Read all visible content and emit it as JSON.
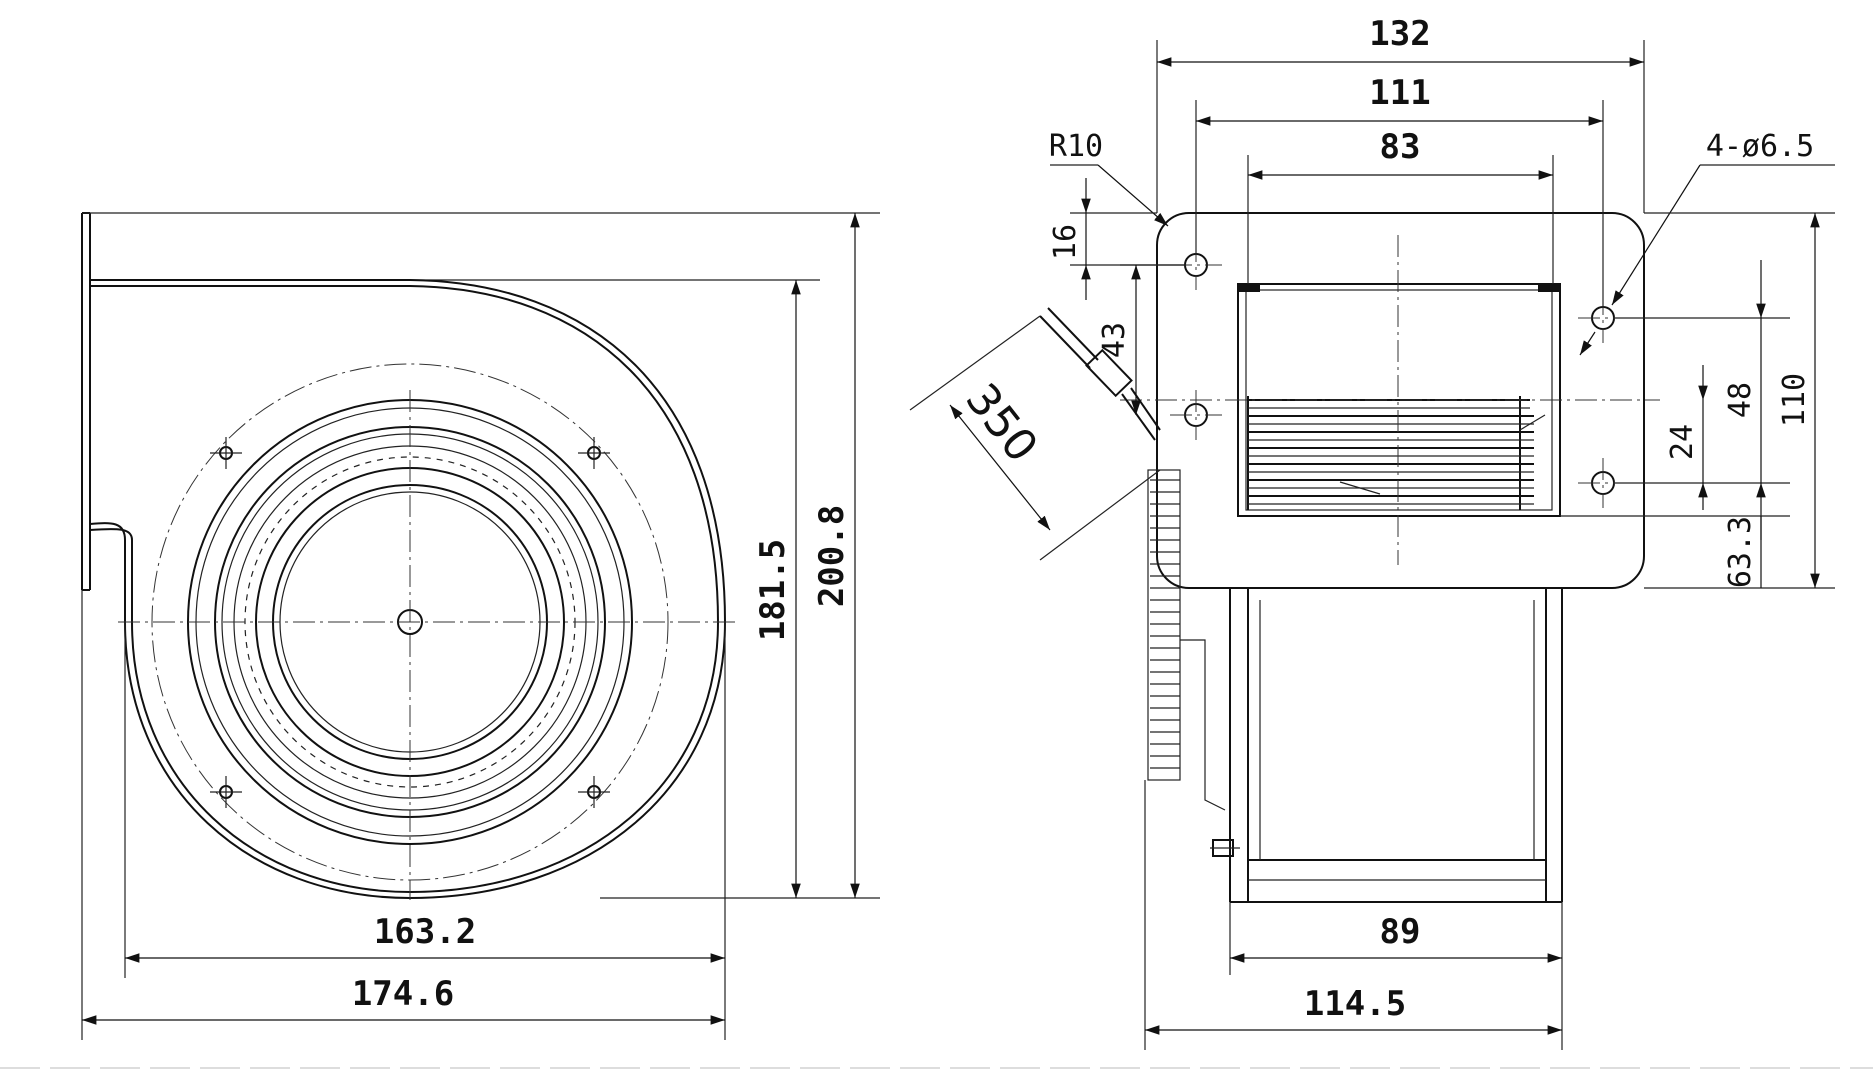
{
  "front_view": {
    "dimensions": {
      "outlet_height": "200.8",
      "housing_height": "181.5",
      "housing_width": "163.2",
      "overall_width": "174.6"
    }
  },
  "side_view": {
    "dimensions": {
      "flange_width": "132",
      "hole_spacing_outer": "111",
      "outlet_width": "83",
      "corner_radius": "R10",
      "mounting_holes": "4-ø6.5",
      "top_hole_offset": "16",
      "mid_hole_offset": "43",
      "cable_length": "350",
      "vertical_center_48": "48",
      "vertical_center_24": "24",
      "flange_height": "110",
      "bottom_offset": "63.3",
      "body_depth": "89",
      "overall_depth": "114.5"
    }
  }
}
